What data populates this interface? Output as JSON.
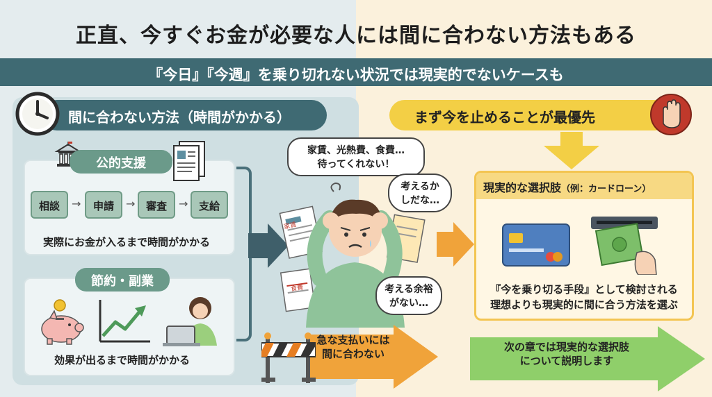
{
  "title": "正直、今すぐお金が必要な人には間に合わない方法もある",
  "subtitle": "『今日』『今週』を乗り切れない状況では現実的でないケースも",
  "left": {
    "header": "間に合わない方法（時間がかかる）",
    "public_support": {
      "label": "公的支援",
      "steps": [
        "相談",
        "申請",
        "審査",
        "支給"
      ],
      "note": "実際にお金が入るまで時間がかかる"
    },
    "savings": {
      "label": "節約・副業",
      "note": "効果が出るまで時間がかかる"
    }
  },
  "center": {
    "bubble_1_line_1": "家賃、光熱費、食費…",
    "bubble_1_line_2": "待ってくれない！",
    "bubble_2_line_1": "考えるか",
    "bubble_2_line_2": "しだな…",
    "bubble_3_line_1": "考える余裕",
    "bubble_3_line_2": "がない…",
    "paper_label": "家賃",
    "bill_label": "食費",
    "bottom_line_1": "急な支払いには",
    "bottom_line_2": "間に合わない"
  },
  "right": {
    "header": "まず今を止めることが最優先",
    "box_title": "現実的な選択肢",
    "box_title_example": "（例：カードローン）",
    "note_line_1": "『今を乗り切る手段』として検討される",
    "note_line_2": "理想よりも現実的に間に合う方法を選ぶ",
    "bottom_line_1": "次の章では現実的な選択肢",
    "bottom_line_2": "について説明します"
  },
  "colors": {
    "teal_dark": "#3f6a73",
    "yellow": "#f3cf45",
    "orange": "#f0a33a",
    "green": "#6b9a8a"
  }
}
